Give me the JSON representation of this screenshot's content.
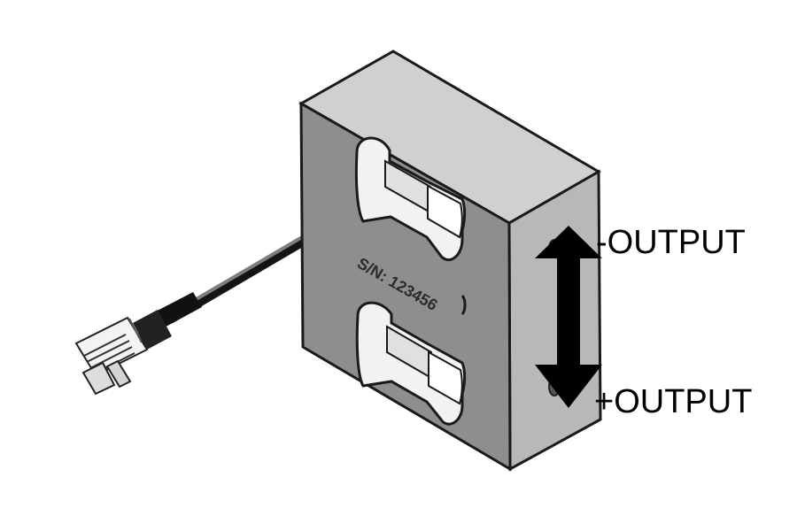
{
  "figure": {
    "serial_label": "S/N: 123456",
    "negative_output_label": "-OUTPUT",
    "positive_output_label": "+OUTPUT"
  },
  "colors": {
    "background": "#ffffff",
    "front_face": "#8e8e8e",
    "top_face": "#d0d0d0",
    "side_face": "#b8b8b8",
    "window": "#f2f2f2",
    "outline": "#1a1a1a",
    "arrow": "#000000"
  },
  "icons": {
    "cable": "cable",
    "connector": "rj-style-connector",
    "arrow": "double-headed-arrow"
  }
}
